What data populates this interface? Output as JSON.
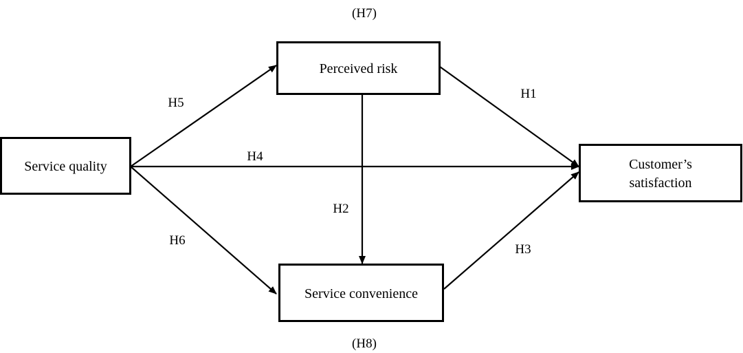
{
  "nodes": {
    "service_quality": {
      "label": "Service quality"
    },
    "perceived_risk": {
      "label": "Perceived risk"
    },
    "service_convenience": {
      "label": "Service convenience"
    },
    "customer_satisfaction": {
      "label_line1": "Customer’s",
      "label_line2": "satisfaction"
    }
  },
  "edges": {
    "h1": "H1",
    "h2": "H2",
    "h3": "H3",
    "h4": "H4",
    "h5": "H5",
    "h6": "H6"
  },
  "notes": {
    "h7": "(H7)",
    "h8": "(H8)"
  }
}
